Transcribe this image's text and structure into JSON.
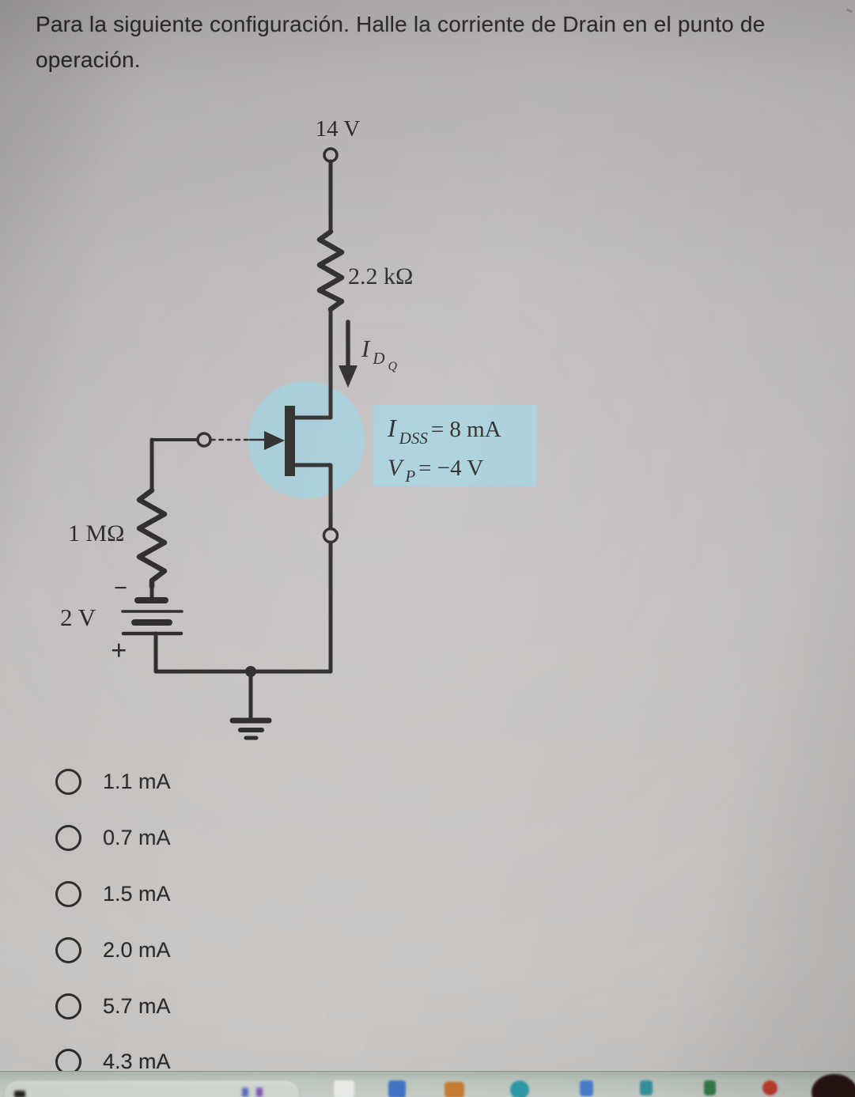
{
  "question": {
    "title_line1": "Para la siguiente configuración. Halle la corriente de Drain en el punto de",
    "title_line2": "operación."
  },
  "circuit": {
    "supply_label": "14 V",
    "drain_resistor_label": "2.2 kΩ",
    "gate_resistor_label": "1 MΩ",
    "battery_label": "2 V",
    "battery_minus": "−",
    "battery_plus": "+",
    "drain_current": {
      "base": "I",
      "sub": "D",
      "subsub": "Q"
    },
    "idss": {
      "base": "I",
      "sub": "DSS",
      "value": " = 8 mA"
    },
    "pinchoff": {
      "base": "V",
      "sub": "P",
      "value": " = −4 V"
    },
    "colors": {
      "highlight_circle": "#a5cedb",
      "highlight_box": "#a9d1dd",
      "ink": "#262524"
    }
  },
  "options": [
    {
      "label": "1.1 mA"
    },
    {
      "label": "0.7 mA"
    },
    {
      "label": "1.5 mA"
    },
    {
      "label": "2.0 mA"
    },
    {
      "label": "5.7 mA"
    },
    {
      "label": "4.3 mA"
    }
  ],
  "taskbar": {
    "icons": [
      {
        "name": "window",
        "color": "#e7eae6"
      },
      {
        "name": "app-blue",
        "color": "#3e73c4"
      },
      {
        "name": "folder-orange",
        "color": "#c77d2f"
      },
      {
        "name": "app-teal-round",
        "color": "#2e9aa6"
      },
      {
        "name": "app-blue-square",
        "color": "#4a7fd0"
      },
      {
        "name": "app-teal-square",
        "color": "#35929f"
      },
      {
        "name": "app-green",
        "color": "#2f7d4c"
      },
      {
        "name": "app-red",
        "color": "#c23f2e"
      },
      {
        "name": "app-dark-red",
        "color": "#2b1412"
      },
      {
        "name": "pill-mark-blue",
        "color": "#5a6bc0"
      },
      {
        "name": "pill-mark-purple",
        "color": "#7c55b5"
      },
      {
        "name": "pill-mark-dark",
        "color": "#23211f"
      }
    ]
  }
}
